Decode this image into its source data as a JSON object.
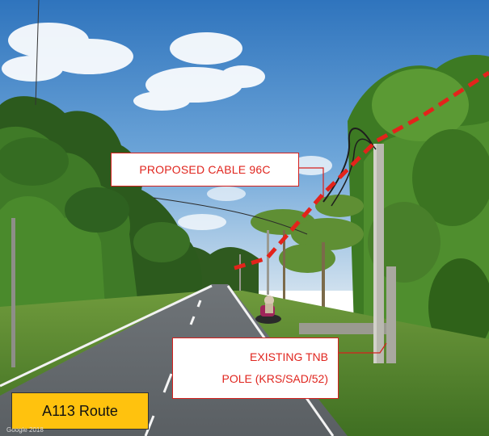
{
  "annotations": {
    "cable_label": "PROPOSED CABLE 96C",
    "pole_label_line1": "EXISTING TNB",
    "pole_label_line2": "POLE (KRS/SAD/52)",
    "route_badge": "A113 Route"
  },
  "watermark": "Google 2018",
  "colors": {
    "annotation_red": "#e0251e",
    "badge_yellow": "#ffc20e",
    "sky_blue": "#3b82c4"
  }
}
